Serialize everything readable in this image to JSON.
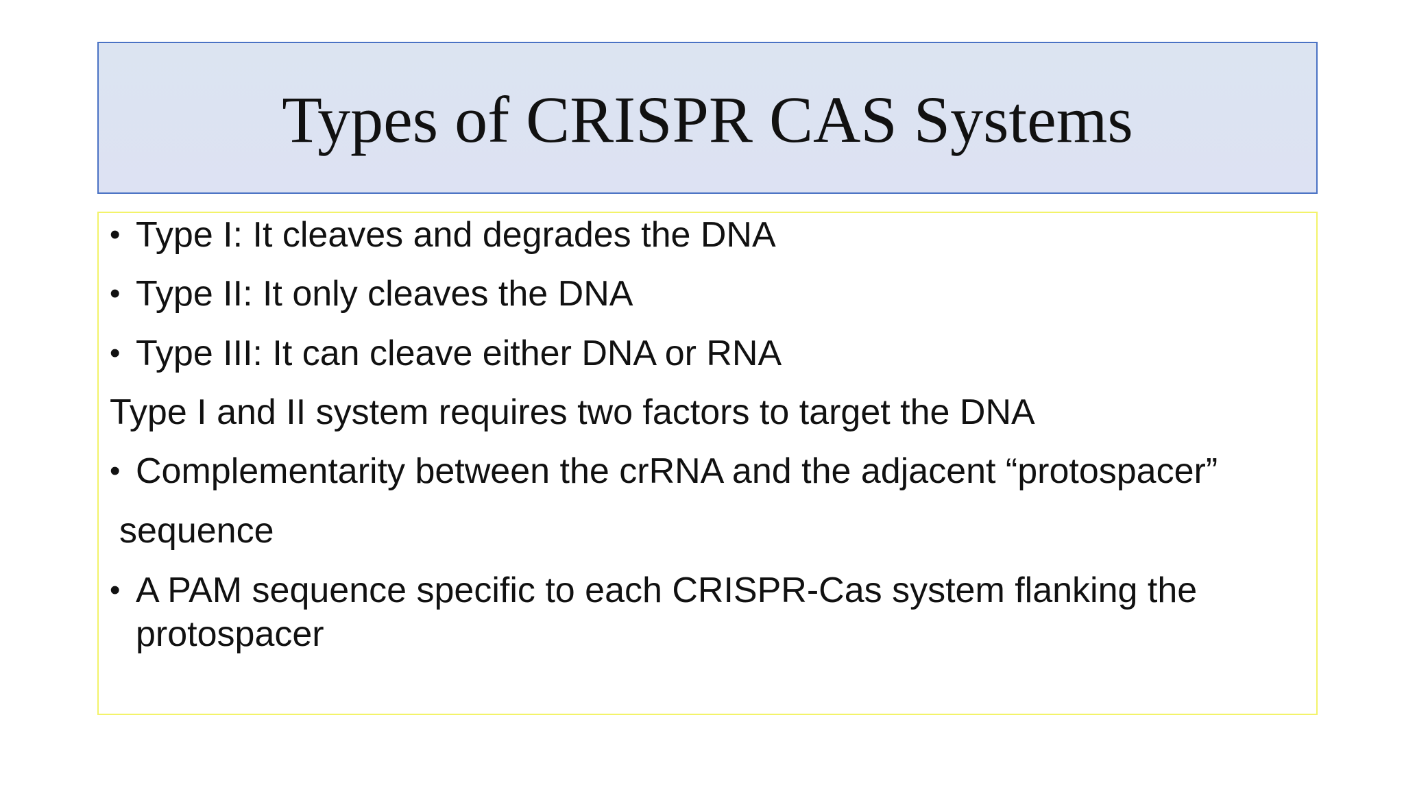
{
  "slide": {
    "title": "Types of CRISPR CAS Systems",
    "items": [
      {
        "kind": "bullet",
        "text": "Type I: It cleaves and degrades the DNA"
      },
      {
        "kind": "bullet",
        "text": "Type II: It only cleaves the DNA"
      },
      {
        "kind": "bullet",
        "text": "Type III: It can cleave either DNA or RNA"
      },
      {
        "kind": "plain",
        "text": "Type I and II system requires two factors to target the DNA"
      },
      {
        "kind": "bullet",
        "text": "Complementarity between the crRNA and the adjacent “protospacer”"
      },
      {
        "kind": "plain",
        "text": "sequence"
      },
      {
        "kind": "bullet",
        "text": "A PAM sequence specific to each CRISPR-Cas system flanking the"
      },
      {
        "kind": "continuation",
        "text": "protospacer"
      }
    ],
    "bullet_glyph": "•"
  }
}
